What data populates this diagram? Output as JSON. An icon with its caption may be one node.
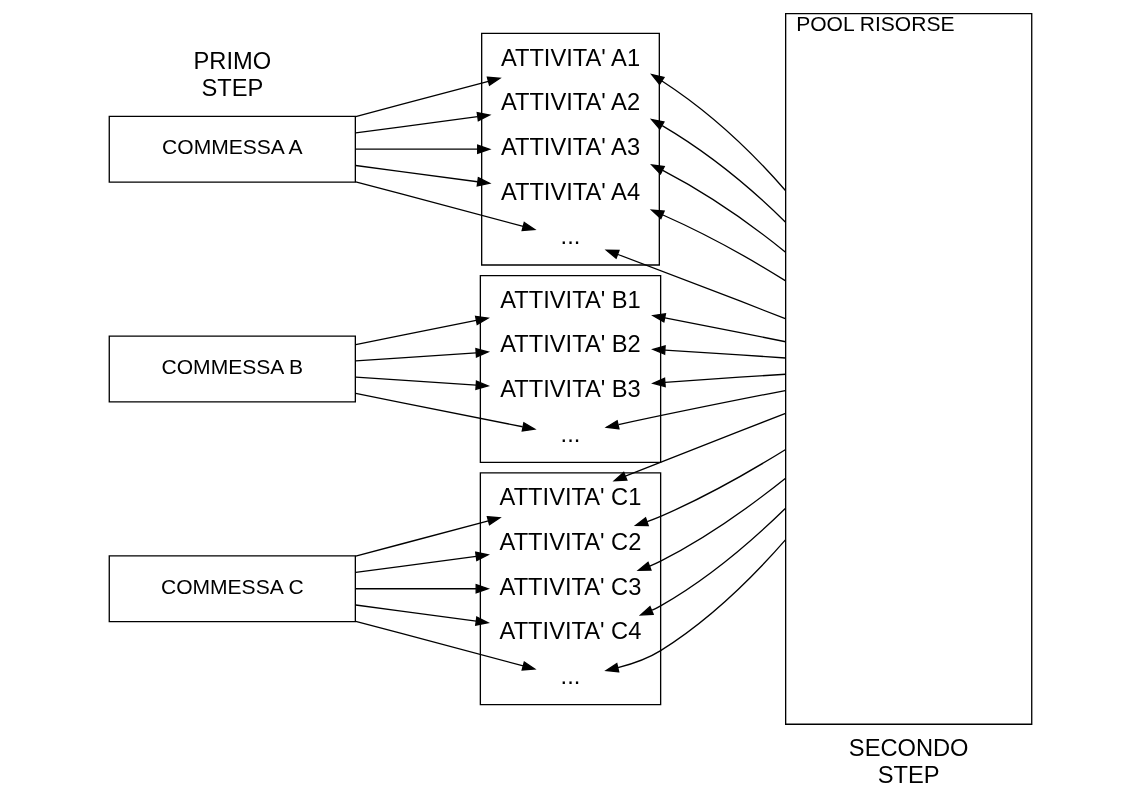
{
  "diagram": {
    "nodes": [
      {
        "text": [
          "COMMESSA A"
        ]
      },
      {
        "text": [],
        "shape": "box"
      },
      {
        "text": [
          "ATTIVITA' A1"
        ],
        "in": 1
      },
      {
        "text": [
          "ATTIVITA' A2"
        ],
        "in": 1
      },
      {
        "text": [
          "ATTIVITA' A3"
        ],
        "in": 1
      },
      {
        "text": [
          "ATTIVITA' A4"
        ],
        "in": 1
      },
      {
        "text": [
          "..."
        ],
        "in": 1
      },
      {
        "text": [
          "COMMESSA B"
        ]
      },
      {
        "text": [],
        "shape": "box"
      },
      {
        "text": [
          "ATTIVITA' B1"
        ],
        "in": 8
      },
      {
        "text": [
          "ATTIVITA' B2"
        ],
        "in": 8
      },
      {
        "text": [
          "ATTIVITA' B3"
        ],
        "in": 8
      },
      {
        "text": [
          "..."
        ],
        "in": 8
      },
      {
        "text": [
          "COMMESSA C"
        ]
      },
      {
        "text": [],
        "shape": "box"
      },
      {
        "text": [
          "ATTIVITA' C1"
        ],
        "in": 14
      },
      {
        "text": [
          "ATTIVITA' C2"
        ],
        "in": 14
      },
      {
        "text": [
          "ATTIVITA' C3"
        ],
        "in": 14
      },
      {
        "text": [
          "ATTIVITA' C4"
        ],
        "in": 14
      },
      {
        "text": [
          "..."
        ],
        "in": 14
      },
      {
        "text": [
          "POOL RISORSE"
        ]
      }
    ],
    "edges": [
      {
        "from": 0,
        "to": 2,
        "arrow": "to"
      },
      {
        "from": 0,
        "to": 3,
        "arrow": "to"
      },
      {
        "from": 0,
        "to": 4,
        "arrow": "to"
      },
      {
        "from": 0,
        "to": 5,
        "arrow": "to"
      },
      {
        "from": 0,
        "to": 6,
        "arrow": "to"
      },
      {
        "from": 7,
        "to": 9,
        "arrow": "to"
      },
      {
        "from": 7,
        "to": 10,
        "arrow": "to"
      },
      {
        "from": 7,
        "to": 11,
        "arrow": "to"
      },
      {
        "from": 7,
        "to": 12,
        "arrow": "to"
      },
      {
        "from": 13,
        "to": 15,
        "arrow": "to"
      },
      {
        "from": 13,
        "to": 16,
        "arrow": "to"
      },
      {
        "from": 13,
        "to": 17,
        "arrow": "to"
      },
      {
        "from": 13,
        "to": 18,
        "arrow": "to"
      },
      {
        "from": 13,
        "to": 19,
        "arrow": "to"
      },
      {
        "from": 20,
        "to": 2,
        "arrow": "to"
      },
      {
        "from": 20,
        "to": 3,
        "arrow": "to"
      },
      {
        "from": 20,
        "to": 4,
        "arrow": "to"
      },
      {
        "from": 20,
        "to": 5,
        "arrow": "to"
      },
      {
        "from": 20,
        "to": 6,
        "arrow": "to"
      },
      {
        "from": 20,
        "to": 9,
        "arrow": "to"
      },
      {
        "from": 20,
        "to": 10,
        "arrow": "to"
      },
      {
        "from": 20,
        "to": 11,
        "arrow": "to"
      },
      {
        "from": 20,
        "to": 12,
        "arrow": "to"
      },
      {
        "from": 20,
        "to": 15,
        "arrow": "to"
      },
      {
        "from": 20,
        "to": 16,
        "arrow": "to"
      },
      {
        "from": 20,
        "to": 17,
        "arrow": "to"
      },
      {
        "from": 20,
        "to": 18,
        "arrow": "to"
      },
      {
        "from": 20,
        "to": 19,
        "arrow": "to"
      }
    ],
    "labels": [
      "PRIMO STEP",
      "SECONDO STEP"
    ]
  }
}
